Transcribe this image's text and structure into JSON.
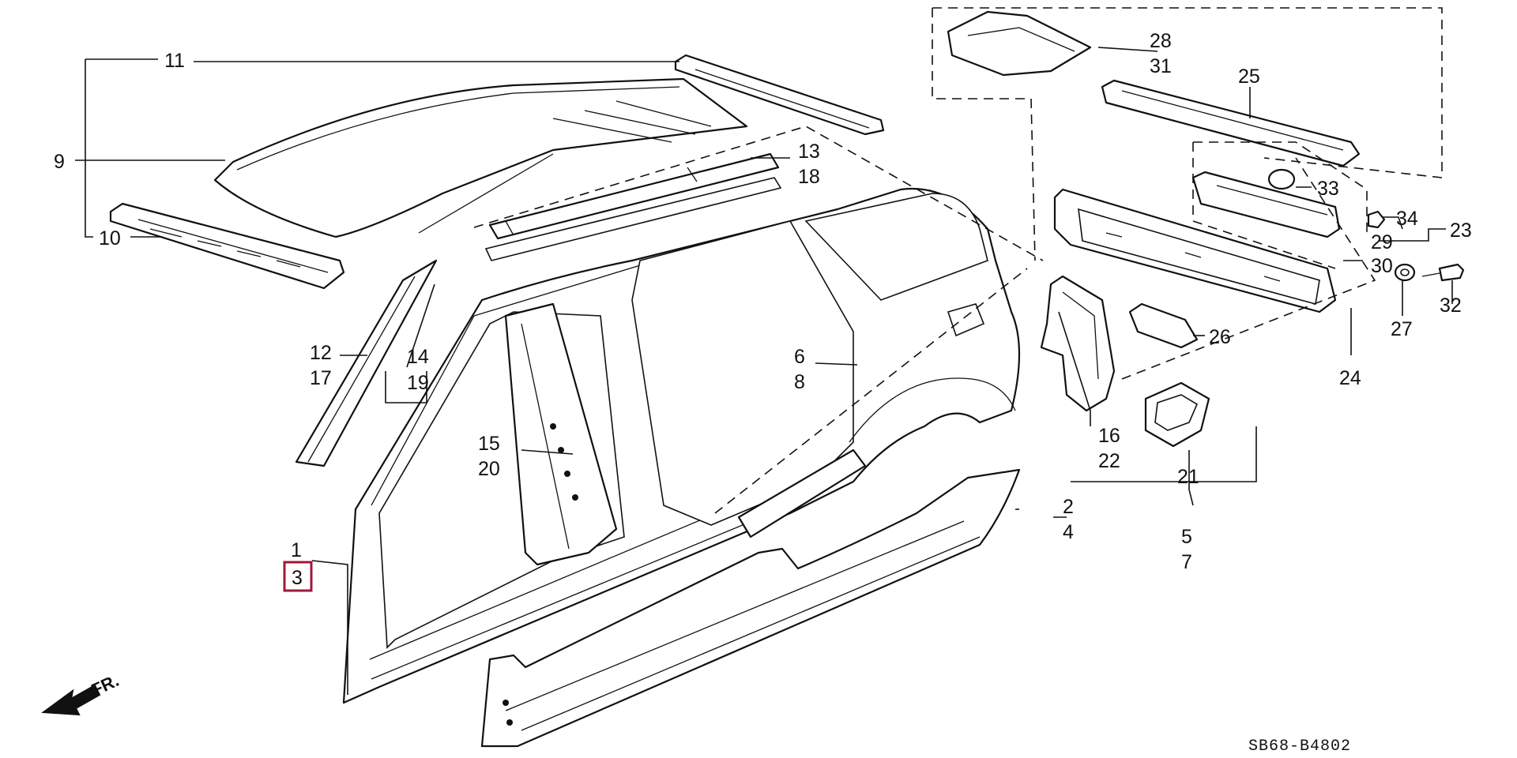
{
  "diagram": {
    "callouts": [
      {
        "id": "c1",
        "text": "1"
      },
      {
        "id": "c2",
        "text": "2"
      },
      {
        "id": "c3",
        "text": "3",
        "highlighted": true
      },
      {
        "id": "c4",
        "text": "4"
      },
      {
        "id": "c5",
        "text": "5"
      },
      {
        "id": "c6",
        "text": "6"
      },
      {
        "id": "c7",
        "text": "7"
      },
      {
        "id": "c8",
        "text": "8"
      },
      {
        "id": "c9",
        "text": "9"
      },
      {
        "id": "c10",
        "text": "10"
      },
      {
        "id": "c11",
        "text": "11"
      },
      {
        "id": "c12",
        "text": "12"
      },
      {
        "id": "c13",
        "text": "13"
      },
      {
        "id": "c14",
        "text": "14"
      },
      {
        "id": "c15",
        "text": "15"
      },
      {
        "id": "c16",
        "text": "16"
      },
      {
        "id": "c17",
        "text": "17"
      },
      {
        "id": "c18",
        "text": "18"
      },
      {
        "id": "c19",
        "text": "19"
      },
      {
        "id": "c20",
        "text": "20"
      },
      {
        "id": "c21",
        "text": "21"
      },
      {
        "id": "c22",
        "text": "22"
      },
      {
        "id": "c23",
        "text": "23"
      },
      {
        "id": "c24",
        "text": "24"
      },
      {
        "id": "c25",
        "text": "25"
      },
      {
        "id": "c26",
        "text": "26"
      },
      {
        "id": "c27",
        "text": "27"
      },
      {
        "id": "c28",
        "text": "28"
      },
      {
        "id": "c29",
        "text": "29"
      },
      {
        "id": "c30",
        "text": "30"
      },
      {
        "id": "c31",
        "text": "31"
      },
      {
        "id": "c32",
        "text": "32"
      },
      {
        "id": "c33",
        "text": "33"
      },
      {
        "id": "c34",
        "text": "34"
      }
    ],
    "direction_label": "FR.",
    "diagram_code": "SB68-B4802",
    "highlight_color": "#a0173a"
  }
}
